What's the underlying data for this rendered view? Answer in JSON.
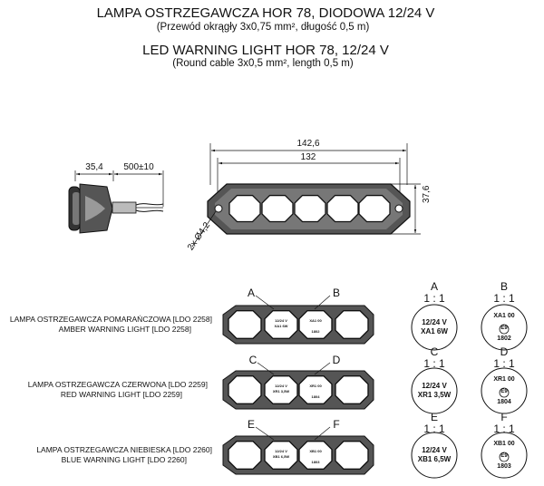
{
  "header": {
    "title_pl": "LAMPA OSTRZEGAWCZA HOR 78, DIODOWA 12/24 V",
    "subtitle_pl": "(Przewód okrągły 3x0,75 mm², długość 0,5 m)",
    "title_en": "LED WARNING LIGHT HOR 78, 12/24 V",
    "subtitle_en": "(Round cable 3x0,5 mm², length 0,5 m)"
  },
  "dimensions": {
    "side_depth": "35,4",
    "cable_length": "500±10",
    "overall_width": "142,6",
    "hole_spacing": "132",
    "height": "37,6",
    "holes": "2x Ø4,2"
  },
  "variants": [
    {
      "label_pl": "LAMPA OSTRZEGAWCZA POMARAŃCZOWA [LDO 2258]",
      "label_en": "AMBER WARNING LIGHT [LDO 2258]",
      "callout_left": "A",
      "callout_right": "B"
    },
    {
      "label_pl": "LAMPA OSTRZEGAWCZA CZERWONA [LDO 2259]",
      "label_en": "RED WARNING LIGHT [LDO 2259]",
      "callout_left": "C",
      "callout_right": "D"
    },
    {
      "label_pl": "LAMPA OSTRZEGAWCZA NIEBIESKA [LDO 2260]",
      "label_en": "BLUE WARNING LIGHT [LDO 2260]",
      "callout_left": "E",
      "callout_right": "F"
    }
  ],
  "details": [
    {
      "letter": "A",
      "scale": "1 : 1",
      "line1": "12/24 V",
      "line2": "XA1 6W"
    },
    {
      "letter": "B",
      "scale": "1 : 1",
      "line1": "XA1 00",
      "line2": "1802",
      "mark": "E9"
    },
    {
      "letter": "C",
      "scale": "1 : 1",
      "line1": "12/24 V",
      "line2": "XR1 3,5W"
    },
    {
      "letter": "D",
      "scale": "1 : 1",
      "line1": "XR1 00",
      "line2": "1804",
      "mark": "E9"
    },
    {
      "letter": "E",
      "scale": "1 : 1",
      "line1": "12/24 V",
      "line2": "XB1 6,5W"
    },
    {
      "letter": "F",
      "scale": "1 : 1",
      "line1": "XB1 00",
      "line2": "1803",
      "mark": "E9"
    }
  ]
}
